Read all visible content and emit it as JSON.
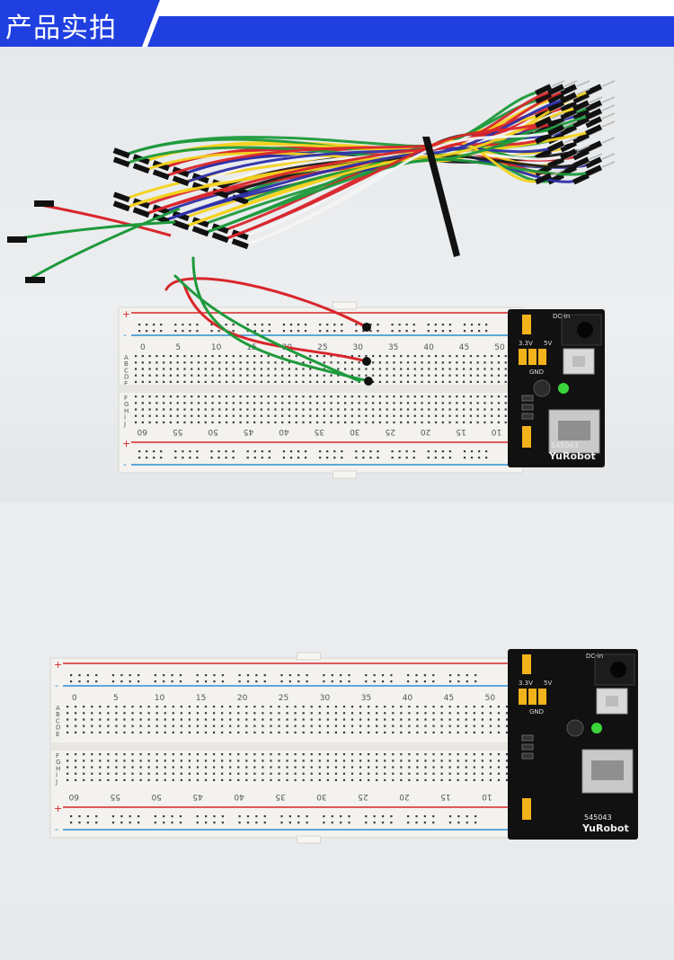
{
  "banner": {
    "title": "产品实拍"
  },
  "breadboard": {
    "top_numbers": [
      "0",
      "5",
      "10",
      "15",
      "20",
      "25",
      "30",
      "35",
      "40",
      "45",
      "50"
    ],
    "bottom_numbers": [
      "60",
      "55",
      "50",
      "45",
      "40",
      "35",
      "30",
      "25",
      "20",
      "15",
      "10"
    ],
    "row_letters_top": [
      "A",
      "B",
      "C",
      "D",
      "E"
    ],
    "row_letters_bottom": [
      "F",
      "G",
      "H",
      "I",
      "J"
    ],
    "plus": "+",
    "minus": "-"
  },
  "power_module": {
    "label_dc": "DC-in",
    "label_33": "3.3V",
    "label_5": "5V",
    "label_gnd": "GND",
    "label_code": "545043",
    "label_brand": "YuRobot"
  },
  "colors": {
    "banner_blue": "#1f3fe0",
    "board": "#f3f2ee",
    "rail_red": "#d8262b",
    "rail_blue": "#2a8fd6",
    "pcb": "#111111",
    "jumper": "#f2b21b",
    "led": "#3bd43b"
  }
}
